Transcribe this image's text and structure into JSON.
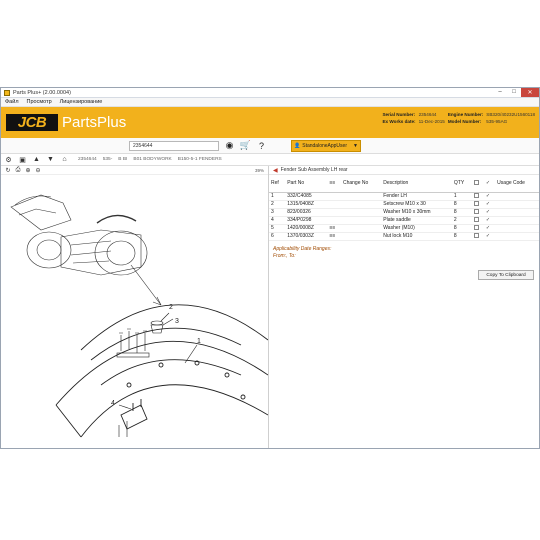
{
  "window": {
    "title": "Parts Plus+ (2.00.0004)"
  },
  "menu": [
    "Файл",
    "Просмотр",
    "Лицензирование"
  ],
  "brand": {
    "logo": "JCB",
    "product": "PartsPlus",
    "accent": "#f2b11c"
  },
  "machine": {
    "serial_label": "Serial Number:",
    "serial_value": "2354644",
    "engine_label": "Engine Number:",
    "engine_value": "SB320/40232U1560118",
    "exworks_label": "Ex Works date:",
    "exworks_value": "11-Dec-2015",
    "model_label": "Model Number:",
    "model_value": "535-95AG"
  },
  "toolbar": {
    "search_value": "2354644",
    "user_label": "StandaloneAppUser"
  },
  "breadcrumb": [
    "2354644",
    "535-",
    "B BI",
    "B01 BODYWORK",
    "B150-5-1 FENDERS"
  ],
  "diagram": {
    "zoom": "39%",
    "callouts": [
      "1",
      "2",
      "3",
      "4"
    ]
  },
  "assembly": {
    "title": "Fender Sub Assembly LH rear"
  },
  "table": {
    "headers": {
      "ref": "Ref",
      "part_no": "Part No",
      "change_no": "Change No",
      "description": "Description",
      "qty": "QTY",
      "usage": "Usage Code"
    },
    "rows": [
      {
        "ref": "1",
        "part_no": "332/C4085",
        "grp": "",
        "description": "Fender LH",
        "qty": "1"
      },
      {
        "ref": "2",
        "part_no": "1315/0408Z",
        "grp": "",
        "description": "Setscrew M10 x 30",
        "qty": "8"
      },
      {
        "ref": "3",
        "part_no": "823/00326",
        "grp": "",
        "description": "Washer M10 x 30mm",
        "qty": "8"
      },
      {
        "ref": "4",
        "part_no": "334/P0298",
        "grp": "",
        "description": "Plate saddle",
        "qty": "2"
      },
      {
        "ref": "5",
        "part_no": "1420/0008Z",
        "grp": "≡≡",
        "description": "Washer (M10)",
        "qty": "8"
      },
      {
        "ref": "6",
        "part_no": "1370/0303Z",
        "grp": "≡≡",
        "description": "Nut lock M10",
        "qty": "8"
      }
    ]
  },
  "applicability": {
    "title": "Applicability Date Ranges:",
    "range": "From:, To:"
  },
  "clipboard_button": "Copy To Clipboard"
}
